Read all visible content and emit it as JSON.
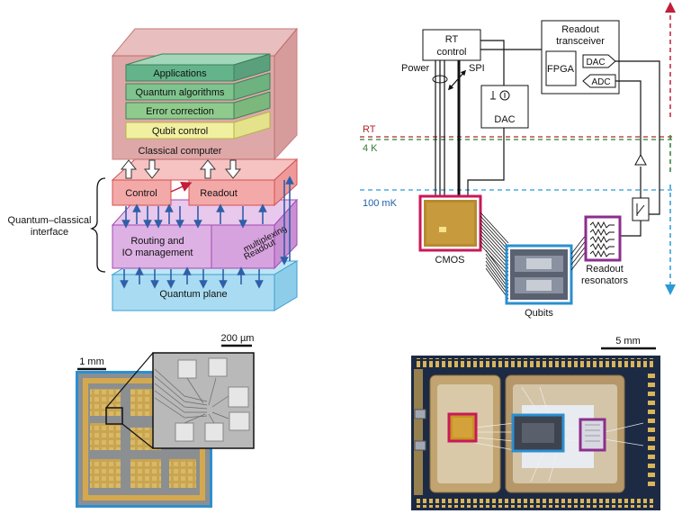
{
  "stack": {
    "layers": [
      "Applications",
      "Quantum algorithms",
      "Error correction",
      "Qubit control"
    ],
    "classical_computer": "Classical computer",
    "control": "Control",
    "readout": "Readout",
    "routing_line1": "Routing and",
    "routing_line2": "IO management",
    "readout_mux_line1": "Readout",
    "readout_mux_line2": "multiplexing",
    "quantum_plane": "Quantum plane",
    "interface_line1": "Quantum–classical",
    "interface_line2": "interface"
  },
  "schematic": {
    "rt_control_line1": "RT",
    "rt_control_line2": "control",
    "power": "Power",
    "spi": "SPI",
    "dac": "DAC",
    "readout_transceiver_line1": "Readout",
    "readout_transceiver_line2": "transceiver",
    "fpga": "FPGA",
    "tx_dac": "DAC",
    "rx_adc": "ADC",
    "rt_level": "RT",
    "four_k_level": "4 K",
    "mk_level": "100 mK",
    "cmos": "CMOS",
    "qubits": "Qubits",
    "readout_resonators_line1": "Readout",
    "readout_resonators_line2": "resonators"
  },
  "chip": {
    "scale_big": "1 mm",
    "scale_small": "200 µm"
  },
  "assembly": {
    "scale": "5 mm"
  },
  "colors": {
    "cmos_frame": "#c8195a",
    "qubit_frame": "#2b8fd0",
    "resonator_frame": "#8b2e8e",
    "rt_line": "#b2242a",
    "four_k_line": "#2e7d32",
    "mk_line": "#2b9ad6",
    "arrow_blue": "#2f5fa8"
  }
}
